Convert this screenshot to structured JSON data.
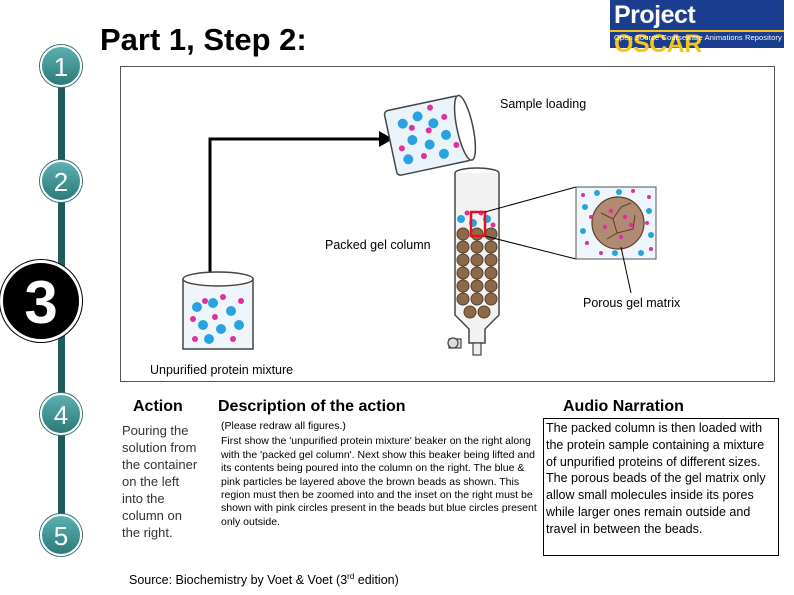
{
  "title": "Part 1, Step 2:",
  "logo": {
    "word1": "Project",
    "word2": "OSCAR",
    "tagline": "Open Source Courseware Animations Repository"
  },
  "steps": [
    "1",
    "2",
    "3",
    "4",
    "5"
  ],
  "figure": {
    "sample_loading": "Sample loading",
    "packed_gel_column": "Packed gel column",
    "porous_gel_matrix": "Porous gel matrix",
    "unpurified_mixture": "Unpurified protein mixture"
  },
  "table": {
    "action_header": "Action",
    "description_header": "Description of the action",
    "audio_header": "Audio Narration",
    "action_text": "Pouring the solution from the container on the left into the column on the right.",
    "description_first": "(Please redraw all figures.)",
    "description_text": "First show the 'unpurified protein mixture' beaker on the right along with the 'packed gel column'. Next show this beaker being lifted and its contents being poured into the column on the right. The blue & pink particles be layered above the brown beads as shown. This region must then be zoomed into and the inset on the right must be shown with pink circles present in the beads but blue circles present only outside.",
    "audio_text": "The packed column is then loaded with the protein sample containing a mixture of unpurified proteins of different sizes. The porous beads of the gel matrix only allow small molecules inside its pores while larger ones remain outside and travel in between the beads."
  },
  "source": {
    "prefix": "Source: Biochemistry by Voet & Voet (3",
    "sup": "rd",
    "suffix": " edition)"
  },
  "colors": {
    "timeline": "#1f5b5b",
    "step_teal": "#3e8f8f",
    "protein_blue": "#29a3e0",
    "protein_pink": "#e0309b",
    "bead_brown": "#8a6a4a",
    "logo_blue": "#1a3d8f",
    "logo_yellow": "#f5c518",
    "highlight_red": "#e8101c"
  }
}
